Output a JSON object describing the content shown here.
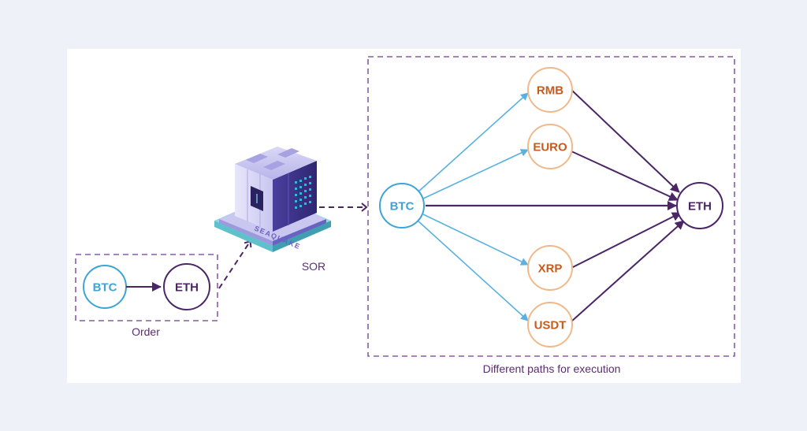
{
  "order": {
    "from": "BTC",
    "to": "ETH",
    "caption": "Order"
  },
  "router": {
    "brand": "SEAQUAKE",
    "label": "SOR"
  },
  "paths": {
    "source": "BTC",
    "target": "ETH",
    "intermediates": [
      "RMB",
      "EURO",
      "XRP",
      "USDT"
    ],
    "caption": "Different paths for execution"
  },
  "colors": {
    "btc": "#3ea4d6",
    "eth": "#4b2566",
    "intermediate": "#c25c1f",
    "intermediate_ring": "#f0b98c",
    "dashed_box": "#8a5aa8",
    "arrow_blue": "#5ab0e0",
    "arrow_purple": "#4b2566"
  }
}
